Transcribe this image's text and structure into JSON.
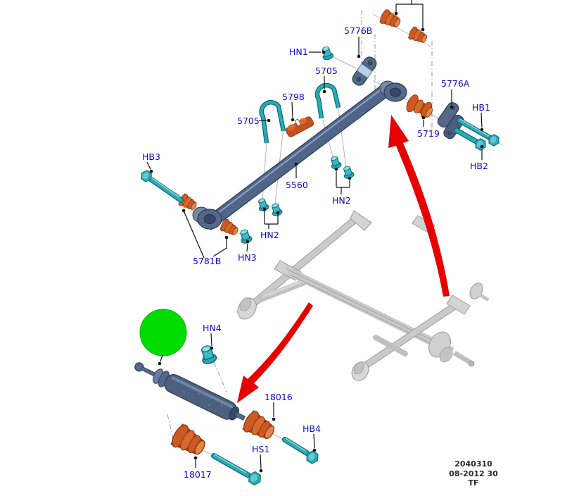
{
  "diagram_title": "rear-suspension-exploded-parts-diagram",
  "labels": [
    {
      "id": "5776B",
      "text": "5776B"
    },
    {
      "id": "HN1",
      "text": "HN1"
    },
    {
      "id": "5705-upper",
      "text": "5705"
    },
    {
      "id": "5798",
      "text": "5798"
    },
    {
      "id": "5705-left",
      "text": "5705"
    },
    {
      "id": "5776A",
      "text": "5776A"
    },
    {
      "id": "HB1",
      "text": "HB1"
    },
    {
      "id": "HB2",
      "text": "HB2"
    },
    {
      "id": "5719",
      "text": "5719"
    },
    {
      "id": "HB3",
      "text": "HB3"
    },
    {
      "id": "5560",
      "text": "5560"
    },
    {
      "id": "HN2-right",
      "text": "HN2"
    },
    {
      "id": "HN2-left",
      "text": "HN2"
    },
    {
      "id": "HN3",
      "text": "HN3"
    },
    {
      "id": "5781B",
      "text": "5781B"
    },
    {
      "id": "HN4",
      "text": "HN4"
    },
    {
      "id": "18016",
      "text": "18016"
    },
    {
      "id": "HB4",
      "text": "HB4"
    },
    {
      "id": "HS1",
      "text": "HS1"
    },
    {
      "id": "18017",
      "text": "18017"
    }
  ],
  "footer": {
    "line1": "2040310",
    "line2": "08-2012 30",
    "line3": "TF"
  },
  "colors": {
    "label_blue": "#0b0bcf",
    "part_teal": "#2aacb8",
    "part_orange": "#c2511c",
    "part_bluegray": "#4d6080",
    "chassis_gray": "#c9c9c9",
    "arrow_red": "#e60000",
    "marker_green": "#00dc00",
    "leader_black": "#111111"
  }
}
